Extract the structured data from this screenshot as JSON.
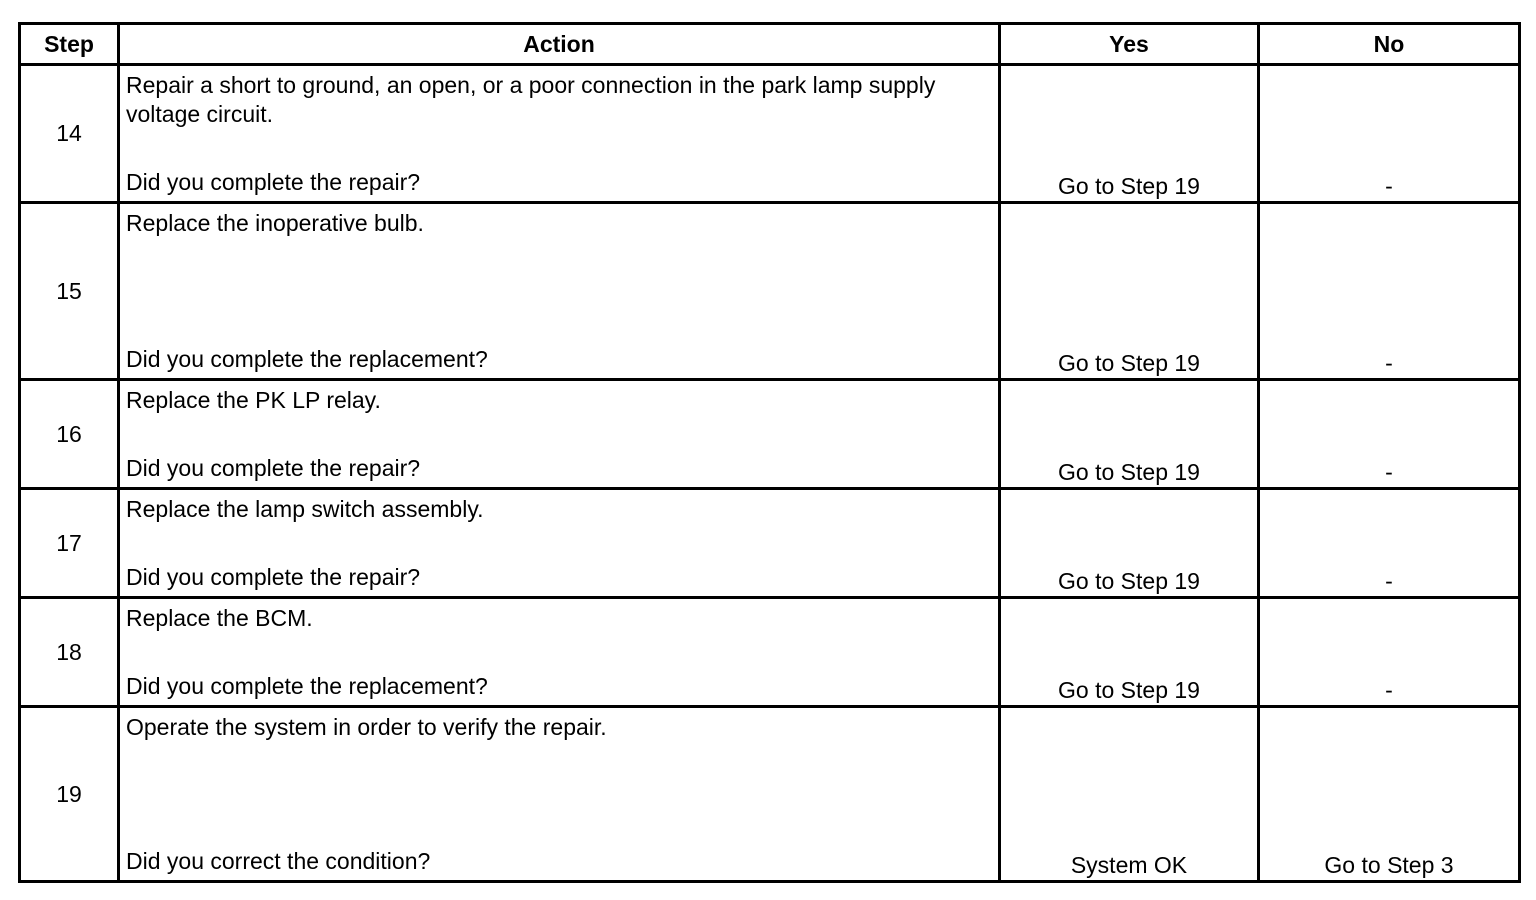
{
  "headers": {
    "step": "Step",
    "action": "Action",
    "yes": "Yes",
    "no": "No"
  },
  "rows": [
    {
      "step": "14",
      "action": "Repair a short to ground, an open, or a poor connection in the park lamp supply voltage circuit.",
      "question": "Did you complete the repair?",
      "yes": "Go to Step 19",
      "no": "-"
    },
    {
      "step": "15",
      "action": "Replace the inoperative bulb.",
      "question": "Did you complete the replacement?",
      "yes": "Go to Step 19",
      "no": "-"
    },
    {
      "step": "16",
      "action": "Replace the PK LP relay.",
      "question": "Did you complete the repair?",
      "yes": "Go to Step 19",
      "no": "-"
    },
    {
      "step": "17",
      "action": "Replace the lamp switch assembly.",
      "question": "Did you complete the repair?",
      "yes": "Go to Step 19",
      "no": "-"
    },
    {
      "step": "18",
      "action": "Replace the BCM.",
      "question": "Did you complete the replacement?",
      "yes": "Go to Step 19",
      "no": "-"
    },
    {
      "step": "19",
      "action": "Operate the system in order to verify the repair.",
      "question": "Did you correct the condition?",
      "yes": "System OK",
      "no": "Go to Step 3"
    }
  ]
}
